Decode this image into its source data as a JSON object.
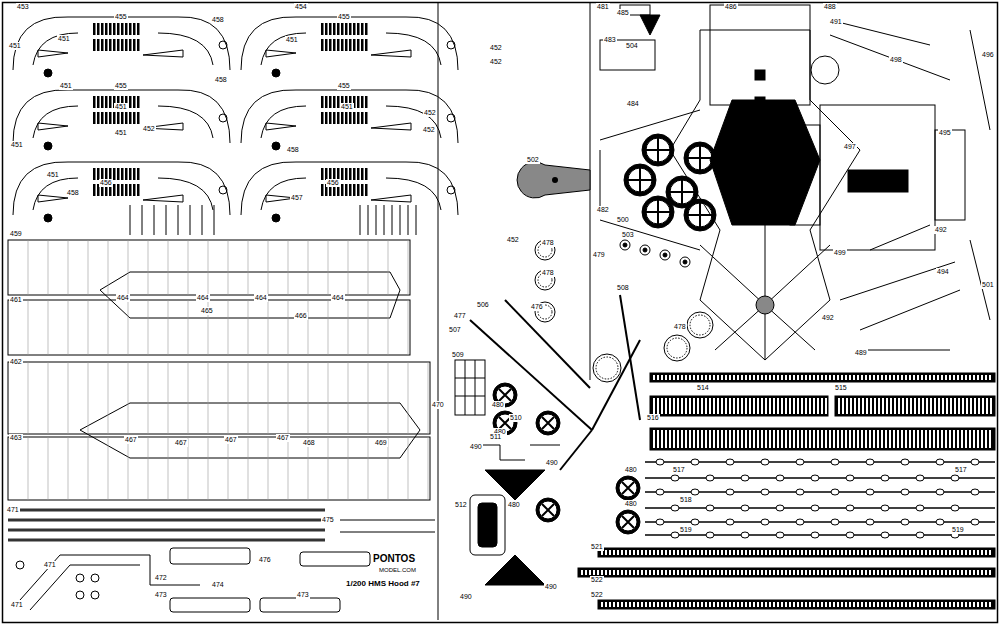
{
  "diagram": {
    "labels": [
      "453",
      "455",
      "451",
      "451",
      "458",
      "454",
      "455",
      "451",
      "452",
      "452",
      "458",
      "455",
      "451",
      "451",
      "451",
      "455",
      "451",
      "452",
      "452",
      "452",
      "451",
      "458",
      "456",
      "456",
      "458",
      "457",
      "451",
      "459",
      "452",
      "461",
      "464",
      "464",
      "464",
      "464",
      "465",
      "466",
      "462",
      "463",
      "467",
      "467",
      "467",
      "467",
      "468",
      "469",
      "470",
      "471",
      "475",
      "471",
      "472",
      "473",
      "474",
      "476",
      "473",
      "471",
      "478",
      "478",
      "476",
      "477",
      "479",
      "480",
      "480",
      "480",
      "480",
      "480",
      "481",
      "485",
      "483",
      "504",
      "484",
      "486",
      "488",
      "491",
      "496",
      "495",
      "497",
      "498",
      "492",
      "494",
      "499",
      "501",
      "492",
      "489",
      "502",
      "482",
      "500",
      "503",
      "478",
      "508",
      "506",
      "507",
      "509",
      "514",
      "515",
      "516",
      "517",
      "517",
      "518",
      "519",
      "519",
      "510",
      "511",
      "490",
      "490",
      "512",
      "521",
      "522",
      "522",
      "490",
      "490",
      "PONTOS",
      "MODEL.COM",
      "1/200 HMS Hood #7"
    ]
  }
}
